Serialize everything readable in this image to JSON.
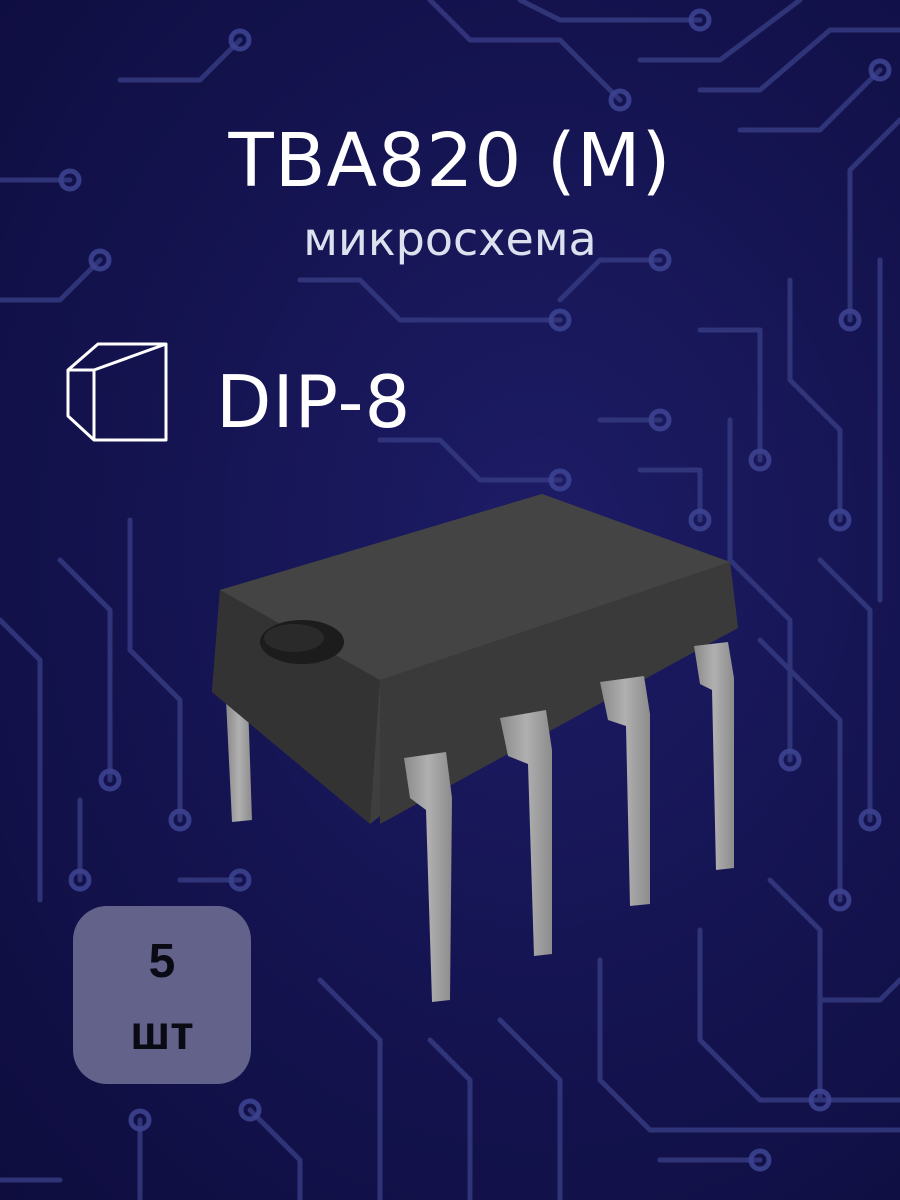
{
  "product": {
    "title": "TBA820 (M)",
    "subtitle": "микросхема",
    "package_icon": "box-outline-icon",
    "package": "DIP-8"
  },
  "quantity_badge": {
    "count": "5",
    "unit": "шт"
  },
  "colors": {
    "background": "#14134f",
    "trace": "#3a3f85",
    "chip_body": "#3e3e3e",
    "pins": "#9c9c9c",
    "badge": "#62628a"
  }
}
